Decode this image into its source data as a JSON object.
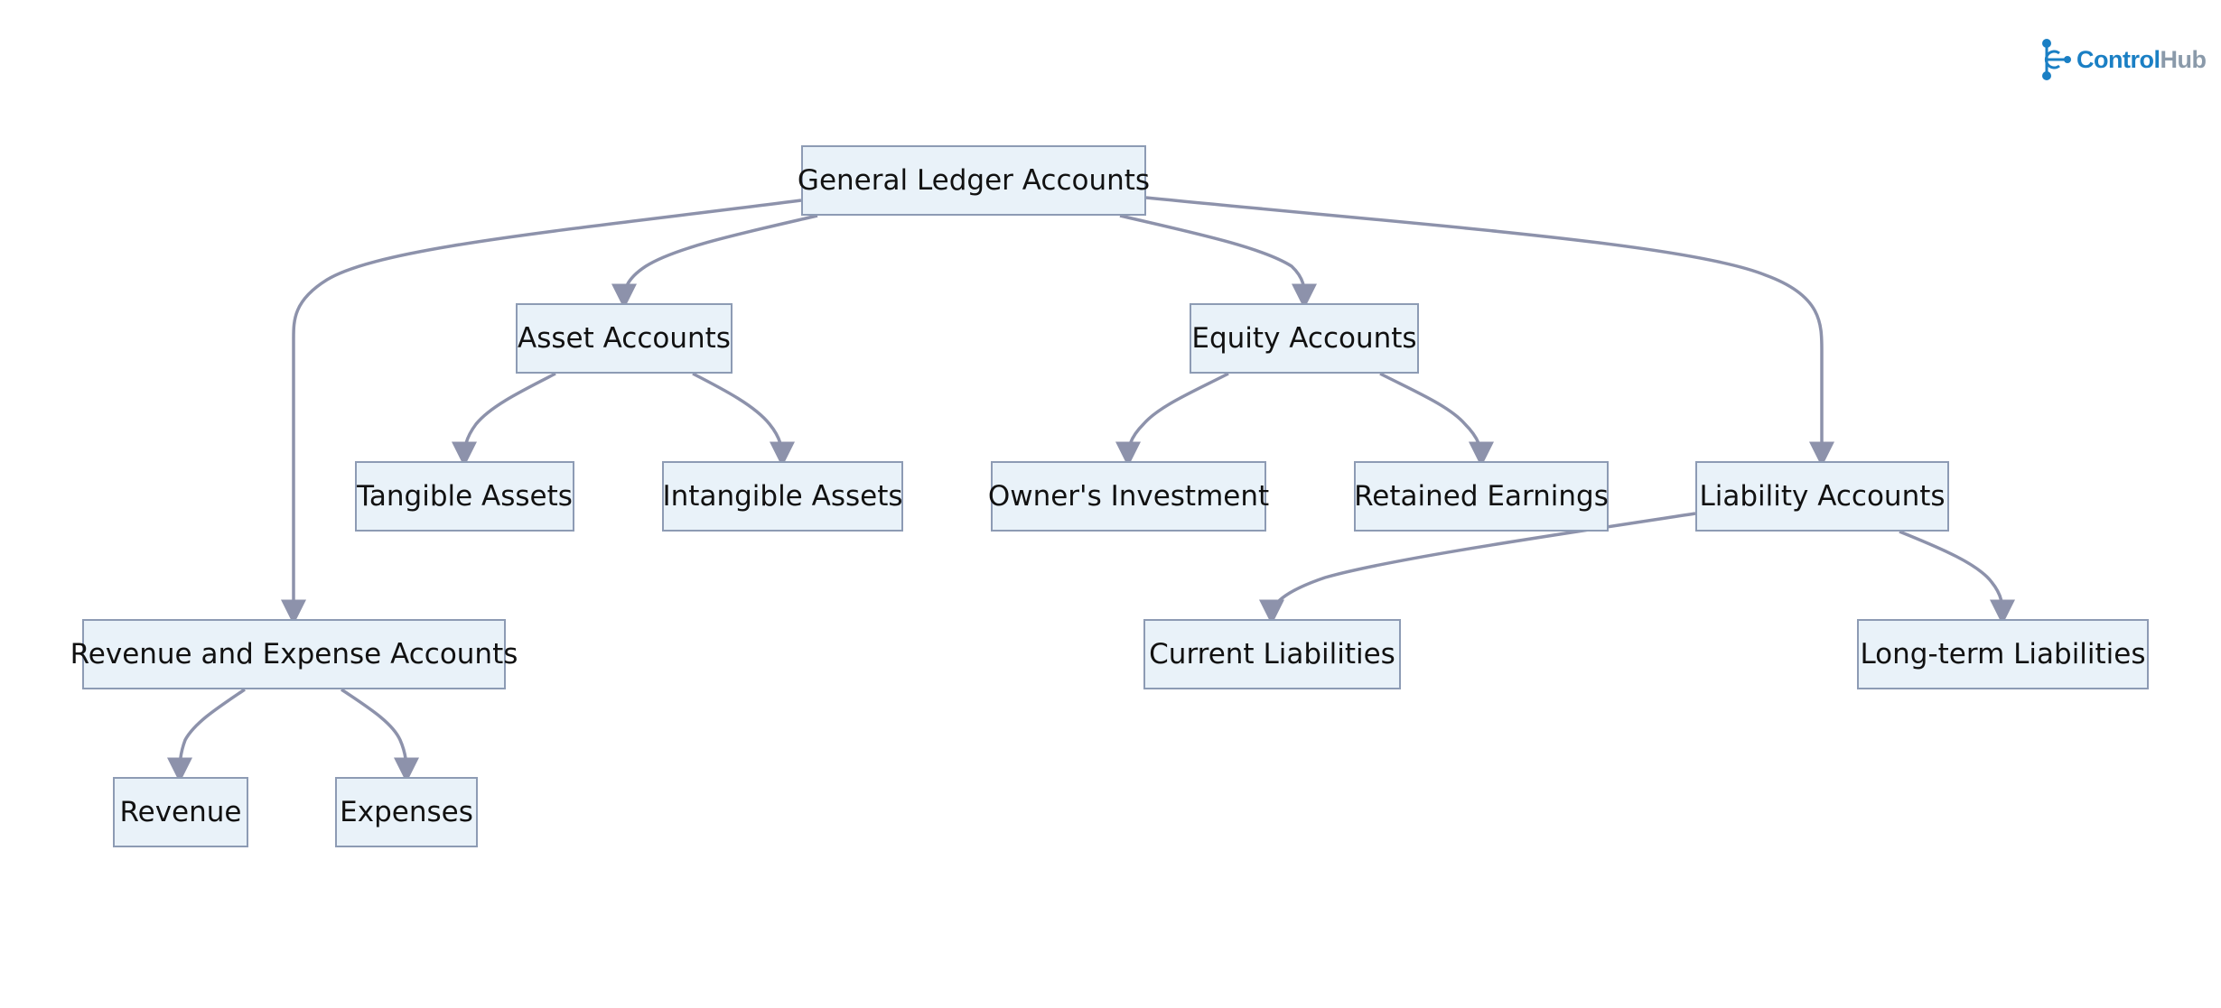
{
  "logo": {
    "brand_primary": "Control",
    "brand_secondary": "Hub",
    "color_primary": "#1a7fc4",
    "color_secondary": "#8a9aaa"
  },
  "diagram": {
    "type": "tree",
    "edge_color": "#8d92ab",
    "node_fill": "#e9f2f9",
    "node_border": "#8d9bb4",
    "nodes": [
      {
        "id": "gl",
        "label": "General Ledger Accounts"
      },
      {
        "id": "asset",
        "label": "Asset Accounts"
      },
      {
        "id": "equity",
        "label": "Equity Accounts"
      },
      {
        "id": "tangible",
        "label": "Tangible Assets"
      },
      {
        "id": "intangible",
        "label": "Intangible Assets"
      },
      {
        "id": "owner",
        "label": "Owner's Investment"
      },
      {
        "id": "retained",
        "label": "Retained Earnings"
      },
      {
        "id": "liability",
        "label": "Liability Accounts"
      },
      {
        "id": "revexp",
        "label": "Revenue and Expense Accounts"
      },
      {
        "id": "current",
        "label": "Current Liabilities"
      },
      {
        "id": "longterm",
        "label": "Long-term Liabilities"
      },
      {
        "id": "revenue",
        "label": "Revenue"
      },
      {
        "id": "expenses",
        "label": "Expenses"
      }
    ],
    "edges": [
      {
        "from": "gl",
        "to": "revexp"
      },
      {
        "from": "gl",
        "to": "asset"
      },
      {
        "from": "gl",
        "to": "equity"
      },
      {
        "from": "gl",
        "to": "liability"
      },
      {
        "from": "asset",
        "to": "tangible"
      },
      {
        "from": "asset",
        "to": "intangible"
      },
      {
        "from": "equity",
        "to": "owner"
      },
      {
        "from": "equity",
        "to": "retained"
      },
      {
        "from": "liability",
        "to": "current"
      },
      {
        "from": "liability",
        "to": "longterm"
      },
      {
        "from": "revexp",
        "to": "revenue"
      },
      {
        "from": "revexp",
        "to": "expenses"
      }
    ]
  }
}
